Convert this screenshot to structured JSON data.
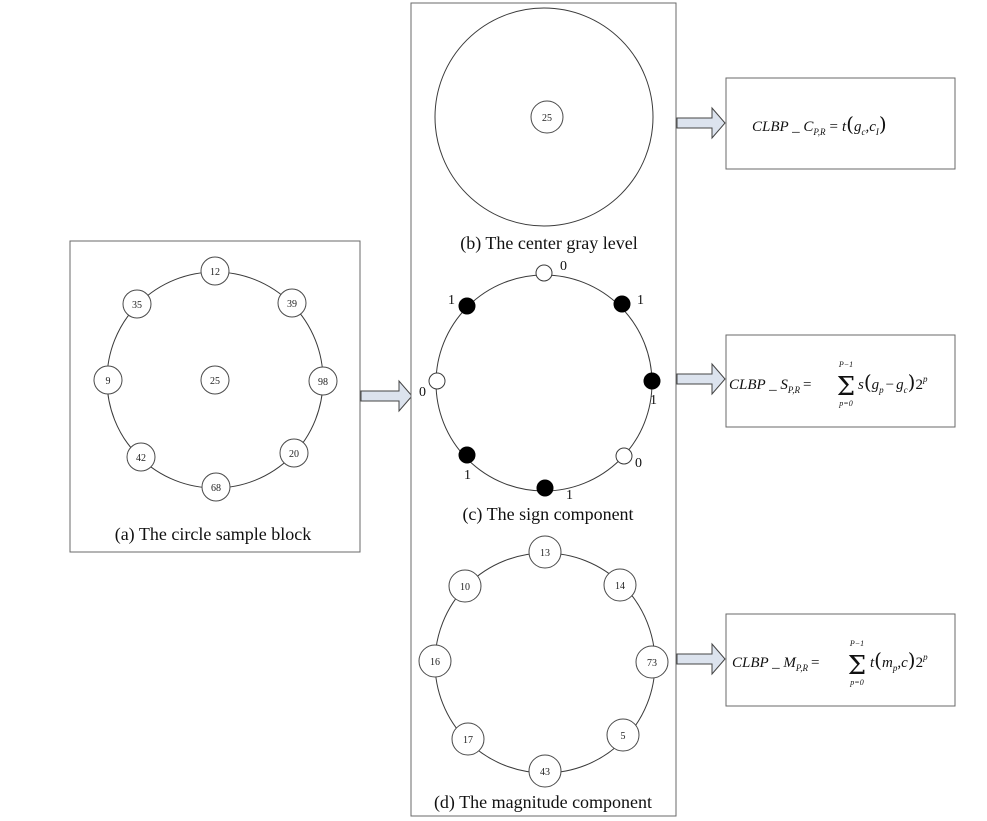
{
  "panel_a": {
    "caption": "(a) The circle sample block",
    "center": "25",
    "neighbors": [
      "12",
      "39",
      "98",
      "20",
      "68",
      "42",
      "9",
      "35"
    ]
  },
  "panel_b": {
    "caption": "(b) The center gray level",
    "center": "25"
  },
  "panel_c": {
    "caption": "(c) The sign component",
    "bits": [
      "0",
      "1",
      "1",
      "0",
      "1",
      "1",
      "0",
      "1"
    ]
  },
  "panel_d": {
    "caption": "(d) The magnitude component",
    "neighbors": [
      "13",
      "14",
      "73",
      "5",
      "43",
      "17",
      "16",
      "10"
    ]
  },
  "formulas": {
    "c": {
      "lhs": "CLBP _ C",
      "sub": "P,R",
      "eq": "=",
      "fn": "t",
      "args": "g",
      "args_sub": "c",
      "args2": "c",
      "args2_sub": "I"
    },
    "s": {
      "lhs": "CLBP _ S",
      "sub": "P,R",
      "eq": "=",
      "upper": "P−1",
      "lower": "p=0",
      "fn": "s",
      "a": "g",
      "a_sub": "p",
      "op": "−",
      "b": "g",
      "b_sub": "c",
      "pow_base": "2",
      "pow_exp": "p"
    },
    "m": {
      "lhs": "CLBP _ M",
      "sub": "P,R",
      "eq": "=",
      "upper": "P−1",
      "lower": "p=0",
      "fn": "t",
      "a": "m",
      "a_sub": "p",
      "b": "c",
      "pow_base": "2",
      "pow_exp": "p"
    }
  },
  "colors": {
    "arrow_fill": "#dce3ee",
    "frame": "#6a6a6a",
    "filled_dot": "#000000"
  }
}
